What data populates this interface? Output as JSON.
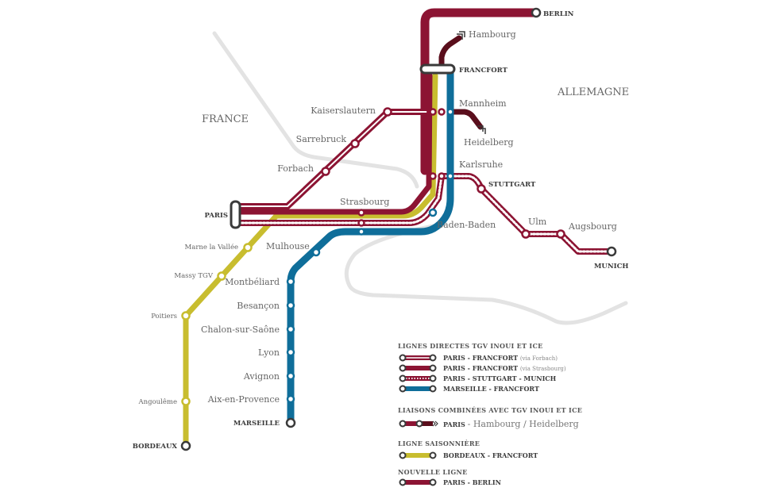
{
  "colors": {
    "wine": "#8c1433",
    "dark_wine": "#5a0e1c",
    "blue": "#0f6e9a",
    "yellow": "#c8bd2f",
    "border": "#e3e3e3",
    "terminus": "#3a3a3a"
  },
  "countries": {
    "france": "FRANCE",
    "germany": "ALLEMAGNE"
  },
  "stations": {
    "berlin": "BERLIN",
    "hambourg": "Hambourg",
    "francfort": "FRANCFORT",
    "mannheim": "Mannheim",
    "heidelberg": "Heidelberg",
    "kaiserslautern": "Kaiserslautern",
    "sarrebruck": "Sarrebruck",
    "forbach": "Forbach",
    "karlsruhe": "Karlsruhe",
    "stuttgart": "STUTTGART",
    "paris": "PARIS",
    "strasbourg": "Strasbourg",
    "baden_baden": "Baden-Baden",
    "ulm": "Ulm",
    "augsbourg": "Augsbourg",
    "munich": "MUNICH",
    "marne": "Marne la Vallée",
    "mulhouse": "Mulhouse",
    "massy": "Massy TGV",
    "montbeliard": "Montbéliard",
    "besancon": "Besançon",
    "poitiers": "Poitiers",
    "chalon": "Chalon-sur-Saône",
    "lyon": "Lyon",
    "avignon": "Avignon",
    "angouleme": "Angoulême",
    "aix": "Aix-en-Provence",
    "marseille": "MARSEILLE",
    "bordeaux": "BORDEAUX"
  },
  "legend": {
    "section1": {
      "title": "LIGNES DIRECTES TGV INOUI ET ICE",
      "items": [
        {
          "label": "PARIS - FRANCFORT",
          "note": "(via Forbach)"
        },
        {
          "label": "PARIS - FRANCFORT",
          "note": "(via Strasbourg)"
        },
        {
          "label": "PARIS - STUTTGART - MUNICH",
          "note": ""
        },
        {
          "label": "MARSEILLE - FRANCFORT",
          "note": ""
        }
      ]
    },
    "section2": {
      "title": "LIAISONS COMBINÉES AVEC TGV INOUI ET ICE",
      "items": [
        {
          "label": "PARIS",
          "note": "- Hambourg / Heidelberg"
        }
      ]
    },
    "section3": {
      "title": "LIGNE SAISONNIÈRE",
      "items": [
        {
          "label": "BORDEAUX - FRANCFORT",
          "note": ""
        }
      ]
    },
    "section4": {
      "title": "NOUVELLE LIGNE",
      "items": [
        {
          "label": "PARIS - BERLIN",
          "note": ""
        }
      ]
    }
  }
}
